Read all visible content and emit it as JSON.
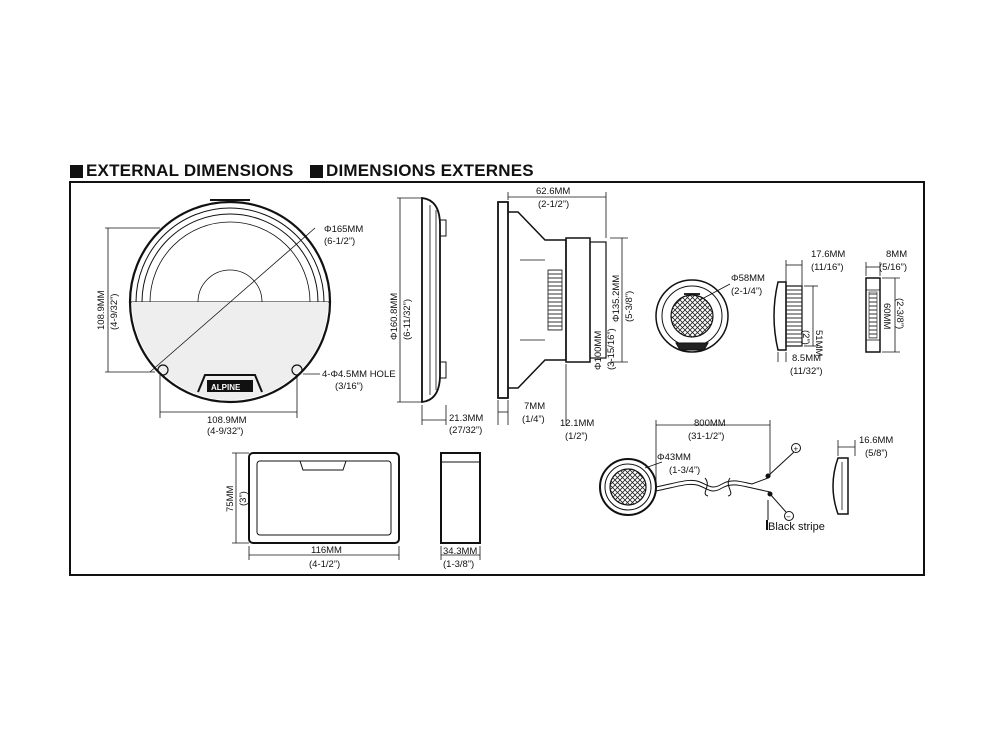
{
  "header": {
    "title_en": "EXTERNAL DIMENSIONS",
    "title_fr": "DIMENSIONS EXTERNES"
  },
  "woofer_front": {
    "dia_mm": "Φ165MM",
    "dia_in": "(6-1/2”)",
    "height_mm": "108.9MM",
    "height_in": "(4-9/32”)",
    "width_mm": "108.9MM",
    "width_in": "(4-9/32”)",
    "hole_mm": "4-Φ4.5MM HOLE",
    "hole_in": "(3/16”)",
    "brand": "ALPINE"
  },
  "woofer_grille_side": {
    "dia_mm": "Φ160.8MM",
    "dia_in": "(6-11/32”)",
    "depth_mm": "21.3MM",
    "depth_in": "(27/32”)"
  },
  "woofer_side": {
    "top_mm": "62.6MM",
    "top_in": "(2-1/2”)",
    "magnet_mm": "Φ135.2MM",
    "magnet_in": "(5-3/8”)",
    "basket_mm": "Φ100MM",
    "basket_in": "(3-15/16”)",
    "flange_mm": "7MM",
    "flange_in": "(1/4”)",
    "depth_mm": "12.1MM",
    "depth_in": "(1/2”)"
  },
  "tweeter_cup": {
    "dia_mm": "Φ58MM",
    "dia_in": "(2-1/4”)",
    "depth_mm": "17.6MM",
    "depth_in": "(11/16”)",
    "height_mm": "51MM",
    "height_in": "(2”)",
    "flange_mm": "8.5MM",
    "flange_in": "(11/32”)",
    "ring_mm": "8MM",
    "ring_in": "(5/16”)",
    "ring_h_mm": "60MM",
    "ring_h_in": "(2-3/8”)"
  },
  "crossover": {
    "height_mm": "75MM",
    "height_in": "(3”)",
    "width_mm": "116MM",
    "width_in": "(4-1/2”)",
    "depth_mm": "34.3MM",
    "depth_in": "(1-3/8”)"
  },
  "tweeter": {
    "cable_mm": "800MM",
    "cable_in": "(31-1/2”)",
    "dia_mm": "Φ43MM",
    "dia_in": "(1-3/4”)",
    "plus": "+",
    "minus": "−",
    "stripe": "Black stripe",
    "depth_mm": "16.6MM",
    "depth_in": "(5/8”)"
  }
}
